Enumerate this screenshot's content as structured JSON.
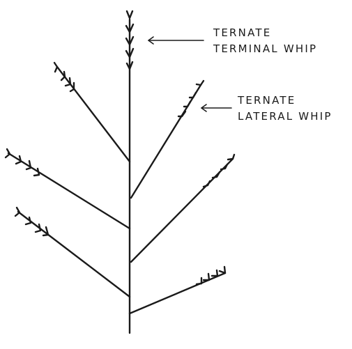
{
  "labels": {
    "terminal": {
      "line1": "TERNATE",
      "line2": "TERMINAL WHIP"
    },
    "lateral": {
      "line1": "TERNATE",
      "line2": "LATERAL WHIP"
    }
  },
  "colors": {
    "ink": "#1a1a1a",
    "background": "#ffffff"
  }
}
